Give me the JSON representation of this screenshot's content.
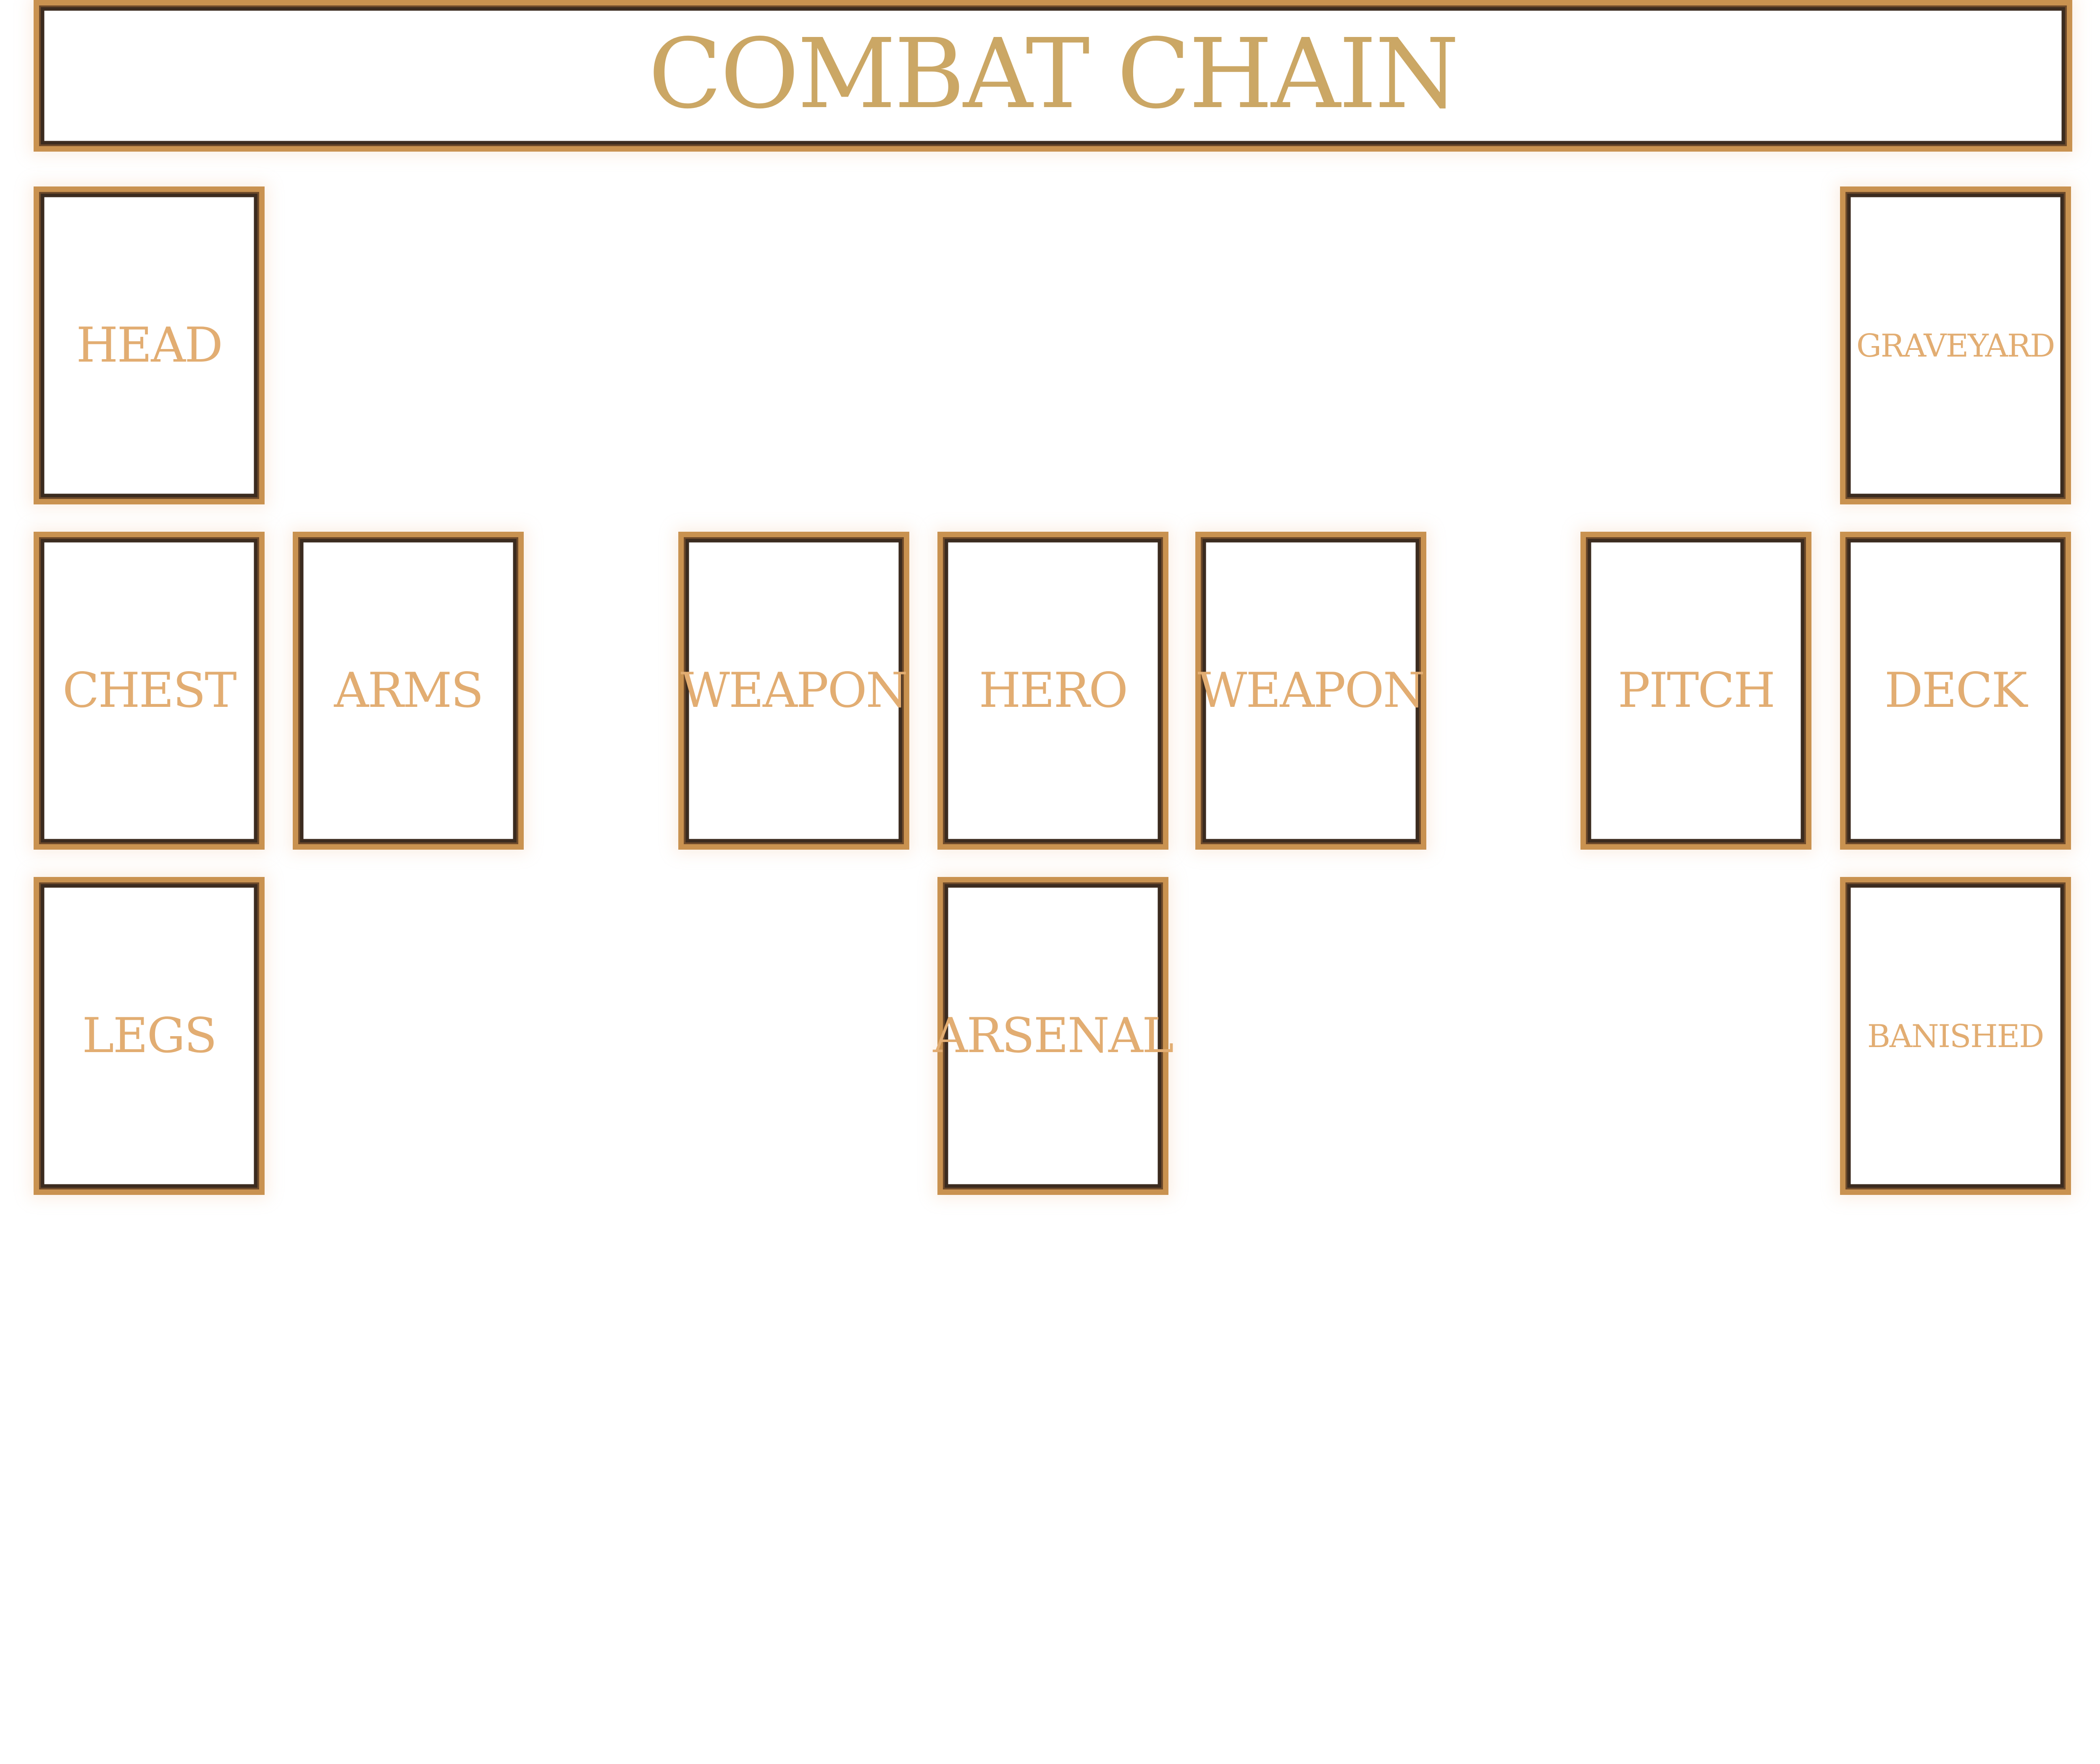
{
  "banner": {
    "title": "COMBAT CHAIN"
  },
  "zones": {
    "head": "HEAD",
    "chest": "CHEST",
    "arms": "ARMS",
    "legs": "LEGS",
    "weapon_left": "WEAPON",
    "hero": "HERO",
    "weapon_right": "WEAPON",
    "arsenal": "ARSENAL",
    "pitch": "PITCH",
    "graveyard": "GRAVEYARD",
    "deck": "DECK",
    "banished": "BANISHED"
  },
  "colors": {
    "title": "#cba765",
    "label": "#e2ad72",
    "frame_gold": "#c99250",
    "frame_dark": "#3b2b1f"
  }
}
